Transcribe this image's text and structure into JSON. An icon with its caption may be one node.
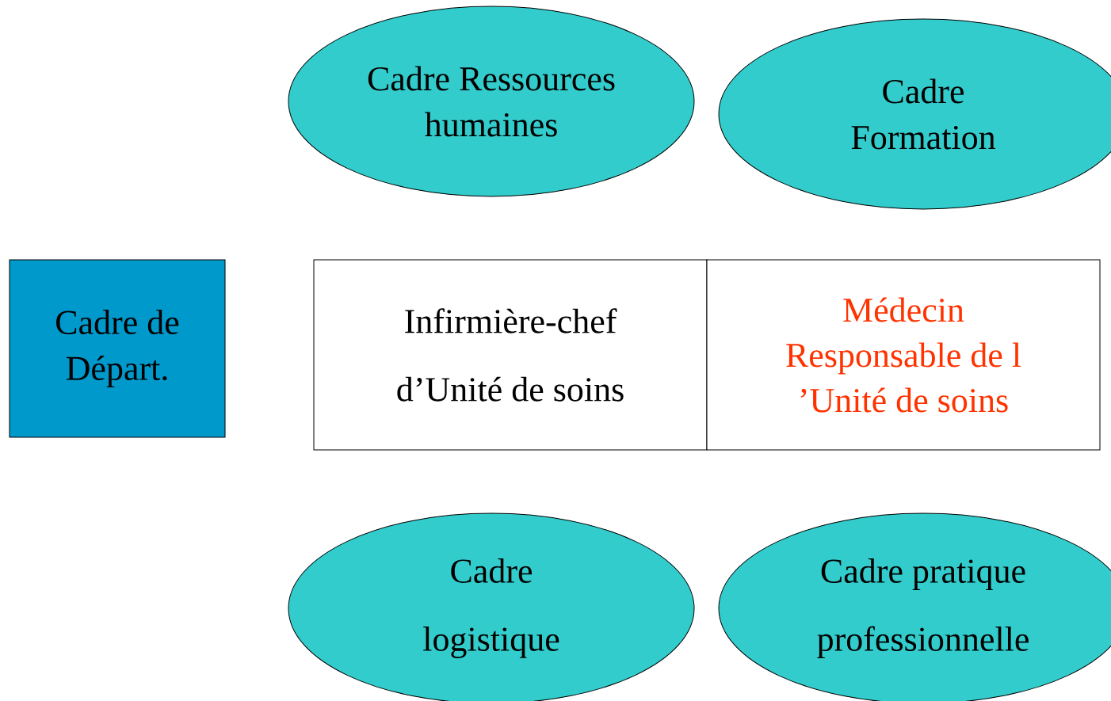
{
  "diagram": {
    "nodes": [
      {
        "text": [
          "Cadre Ressources humaines"
        ]
      },
      {
        "text": [
          "Cadre Formation"
        ]
      },
      {
        "text": [
          "Cadre de Départ."
        ]
      },
      {
        "text": [
          "Infirmière-chef d’Unité de soins"
        ]
      },
      {
        "text": [
          "Médecin Responsable de l ’Unité de soins"
        ]
      },
      {
        "text": [
          "Cadre logistique"
        ]
      },
      {
        "text": [
          "Cadre pratique professionnelle"
        ]
      }
    ],
    "edges": []
  }
}
